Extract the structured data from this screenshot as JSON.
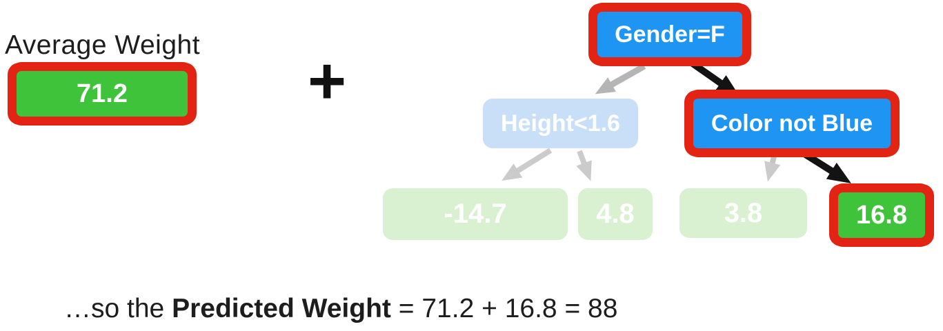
{
  "colors": {
    "bright_green": "#3fc33a",
    "bright_blue": "#1e95f2",
    "faded_blue": "#c9dff8",
    "faded_green": "#d9f0d1",
    "highlight_red": "#e32313",
    "arrow_black": "#131313",
    "arrow_gray": "#b5b5b5",
    "arrow_faded_gray": "#cbcbcb",
    "text_black": "#1d1d1d"
  },
  "left_panel": {
    "label": "Average Weight",
    "base_value": "71.2"
  },
  "operator": {
    "plus_label": "+"
  },
  "tree": {
    "root": {
      "label": "Gender=F",
      "state": "highlighted"
    },
    "internal": [
      {
        "label": "Height<1.6",
        "state": "faded"
      },
      {
        "label": "Color not Blue",
        "state": "highlighted"
      }
    ],
    "leaves": [
      {
        "label": "-14.7",
        "state": "faded"
      },
      {
        "label": "4.8",
        "state": "faded"
      },
      {
        "label": "3.8",
        "state": "faded"
      },
      {
        "label": "16.8",
        "state": "highlighted"
      }
    ]
  },
  "caption": {
    "prefix": "…so the ",
    "bold": "Predicted Weight",
    "suffix": " = 71.2 + 16.8 = 88"
  }
}
